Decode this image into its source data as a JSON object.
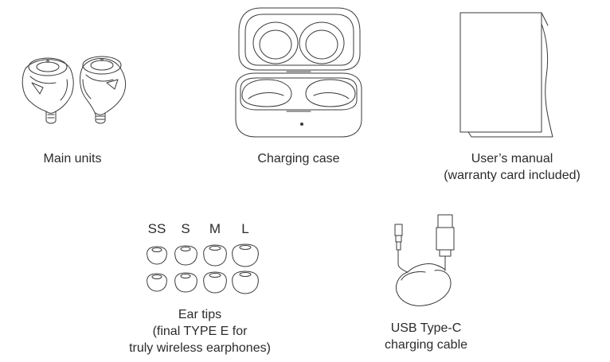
{
  "items": {
    "main_units": {
      "label": "Main units"
    },
    "charging_case": {
      "label": "Charging case"
    },
    "users_manual": {
      "line1": "User’s manual",
      "line2": "(warranty card included)"
    },
    "ear_tips": {
      "sizes": [
        "SS",
        "S",
        "M",
        "L"
      ],
      "line1": "Ear tips",
      "line2": "(final TYPE E for",
      "line3": "truly wireless earphones)"
    },
    "usb_cable": {
      "line1": "USB Type-C",
      "line2": "charging cable"
    }
  },
  "icons": [
    "earbud-icon",
    "charging-case-icon",
    "manual-icon",
    "ear-tip-icon",
    "usb-cable-icon"
  ],
  "colors": {
    "line": "#3a3a3a",
    "background": "#ffffff"
  }
}
